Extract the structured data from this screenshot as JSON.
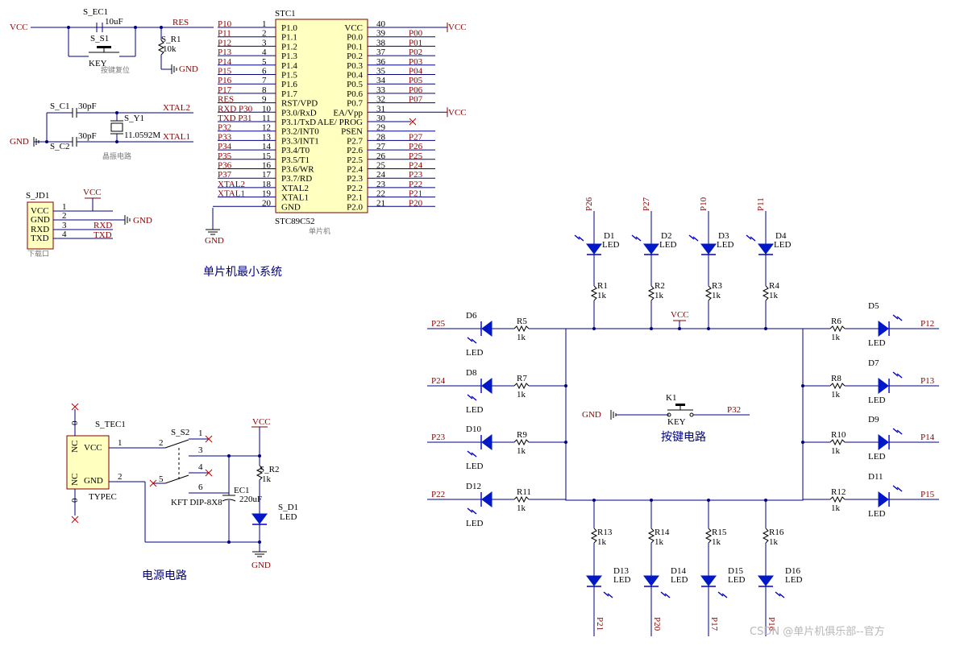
{
  "sections": {
    "mcu_title": "单片机最小系统",
    "key_title": "按键电路",
    "power_title": "电源电路",
    "reset_sub": "按键复位",
    "xtal_sub": "晶振电路",
    "mcu_sub": "单片机",
    "dl_sub": "下载口"
  },
  "net": {
    "vcc": "VCC",
    "gnd": "GND",
    "res": "RES",
    "xtal1": "XTAL1",
    "xtal2": "XTAL2",
    "rxd": "RXD",
    "txd": "TXD",
    "p32": "P32"
  },
  "reset": {
    "cap_ref": "S_EC1",
    "cap_val": "10uF",
    "key_ref": "S_S1",
    "key_val": "KEY",
    "res_ref": "S_R1",
    "res_val": "10k"
  },
  "xtal": {
    "c1_ref": "S_C1",
    "c2_ref": "S_C2",
    "cap_val": "30pF",
    "y_ref": "S_Y1",
    "y_val": "11.0592M"
  },
  "jd1": {
    "ref": "S_JD1",
    "pins": [
      "VCC",
      "GND",
      "RXD",
      "TXD"
    ],
    "nums": [
      "1",
      "2",
      "3",
      "4"
    ]
  },
  "mcu": {
    "ref": "STC1",
    "part": "STC89C52",
    "left_pins": [
      {
        "num": "1",
        "name": "P1.0",
        "net": "P10"
      },
      {
        "num": "2",
        "name": "P1.1",
        "net": "P11"
      },
      {
        "num": "3",
        "name": "P1.2",
        "net": "P12"
      },
      {
        "num": "4",
        "name": "P1.3",
        "net": "P13"
      },
      {
        "num": "5",
        "name": "P1.4",
        "net": "P14"
      },
      {
        "num": "6",
        "name": "P1.5",
        "net": "P15"
      },
      {
        "num": "7",
        "name": "P1.6",
        "net": "P16"
      },
      {
        "num": "8",
        "name": "P1.7",
        "net": "P17"
      },
      {
        "num": "9",
        "name": "RST/VPD",
        "net": "RES"
      },
      {
        "num": "10",
        "name": "P3.0/RxD",
        "net": "RXD P30"
      },
      {
        "num": "11",
        "name": "P3.1/TxD",
        "net": "TXD P31"
      },
      {
        "num": "12",
        "name": "P3.2/INT0",
        "net": "P32"
      },
      {
        "num": "13",
        "name": "P3.3/INT1",
        "net": "P33"
      },
      {
        "num": "14",
        "name": "P3.4/T0",
        "net": "P34"
      },
      {
        "num": "15",
        "name": "P3.5/T1",
        "net": "P35"
      },
      {
        "num": "16",
        "name": "P3.6/WR",
        "net": "P36"
      },
      {
        "num": "17",
        "name": "P3.7/RD",
        "net": "P37"
      },
      {
        "num": "18",
        "name": "XTAL2",
        "net": "XTAL2"
      },
      {
        "num": "19",
        "name": "XTAL1",
        "net": "XTAL1"
      },
      {
        "num": "20",
        "name": "GND",
        "net": ""
      }
    ],
    "right_pins": [
      {
        "num": "40",
        "name": "VCC",
        "net": "VCC"
      },
      {
        "num": "39",
        "name": "P0.0",
        "net": "P00"
      },
      {
        "num": "38",
        "name": "P0.1",
        "net": "P01"
      },
      {
        "num": "37",
        "name": "P0.2",
        "net": "P02"
      },
      {
        "num": "36",
        "name": "P0.3",
        "net": "P03"
      },
      {
        "num": "35",
        "name": "P0.4",
        "net": "P04"
      },
      {
        "num": "34",
        "name": "P0.5",
        "net": "P05"
      },
      {
        "num": "33",
        "name": "P0.6",
        "net": "P06"
      },
      {
        "num": "32",
        "name": "P0.7",
        "net": "P07"
      },
      {
        "num": "31",
        "name": "EA/Vpp",
        "net": "VCC"
      },
      {
        "num": "30",
        "name": "ALE/ PROG",
        "net": ""
      },
      {
        "num": "29",
        "name": "PSEN",
        "net": ""
      },
      {
        "num": "28",
        "name": "P2.7",
        "net": "P27"
      },
      {
        "num": "27",
        "name": "P2.6",
        "net": "P26"
      },
      {
        "num": "26",
        "name": "P2.5",
        "net": "P25"
      },
      {
        "num": "25",
        "name": "P2.4",
        "net": "P24"
      },
      {
        "num": "24",
        "name": "P2.3",
        "net": "P23"
      },
      {
        "num": "23",
        "name": "P2.2",
        "net": "P22"
      },
      {
        "num": "22",
        "name": "P2.1",
        "net": "P21"
      },
      {
        "num": "21",
        "name": "P2.0",
        "net": "P20"
      }
    ]
  },
  "key": {
    "ref": "K1",
    "val": "KEY",
    "net": "P32"
  },
  "leds": {
    "top": [
      {
        "net": "P26",
        "d": "D1",
        "r": "R1"
      },
      {
        "net": "P27",
        "d": "D2",
        "r": "R2"
      },
      {
        "net": "P10",
        "d": "D3",
        "r": "R3"
      },
      {
        "net": "P11",
        "d": "D4",
        "r": "R4"
      }
    ],
    "left": [
      {
        "net": "P25",
        "d": "D6",
        "r": "R5"
      },
      {
        "net": "P24",
        "d": "D8",
        "r": "R7"
      },
      {
        "net": "P23",
        "d": "D10",
        "r": "R9"
      },
      {
        "net": "P22",
        "d": "D12",
        "r": "R11"
      }
    ],
    "right": [
      {
        "net": "P12",
        "d": "D5",
        "r": "R6"
      },
      {
        "net": "P13",
        "d": "D7",
        "r": "R8"
      },
      {
        "net": "P14",
        "d": "D9",
        "r": "R10"
      },
      {
        "net": "P15",
        "d": "D11",
        "r": "R12"
      }
    ],
    "bottom": [
      {
        "net": "P21",
        "d": "D13",
        "r": "R13"
      },
      {
        "net": "P20",
        "d": "D14",
        "r": "R14"
      },
      {
        "net": "P17",
        "d": "D15",
        "r": "R15"
      },
      {
        "net": "P16",
        "d": "D16",
        "r": "R16"
      }
    ],
    "led_val": "LED",
    "res_val": "1k"
  },
  "power": {
    "conn_ref": "S_TEC1",
    "conn_part": "TYPEC",
    "conn_nc": "NC",
    "conn_vcc": "VCC",
    "conn_gnd": "GND",
    "conn_pin1": "1",
    "conn_pin2": "2",
    "conn_zero": "0",
    "sw_ref": "S_S2",
    "sw_part": "KFT DIP-8X8",
    "sw_pins": [
      "1",
      "2",
      "3",
      "4",
      "5",
      "6"
    ],
    "cap_ref": "EC1",
    "cap_val": "220uF",
    "res_ref": "S_R2",
    "res_val": "1k",
    "led_ref": "S_D1",
    "led_val": "LED"
  },
  "watermark": "CSDN @单片机俱乐部--官方"
}
